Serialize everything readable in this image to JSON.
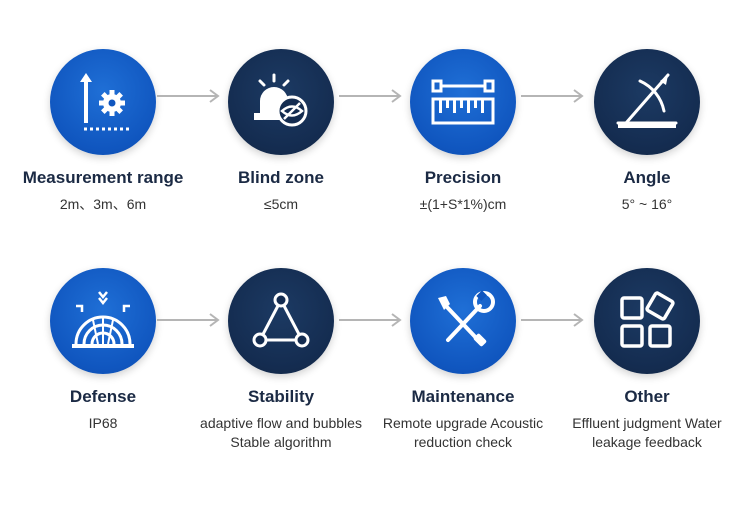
{
  "row1": [
    {
      "title": "Measurement range",
      "desc": "2m、3m、6m",
      "icon": "measurement-range-icon"
    },
    {
      "title": "Blind zone",
      "desc": "≤5cm",
      "icon": "blind-zone-icon"
    },
    {
      "title": "Precision",
      "desc": "±(1+S*1%)cm",
      "icon": "ruler-icon"
    },
    {
      "title": "Angle",
      "desc": "5° ~ 16°",
      "icon": "angle-icon"
    }
  ],
  "row2": [
    {
      "title": "Defense",
      "desc": "IP68",
      "icon": "shield-dome-icon"
    },
    {
      "title": "Stability",
      "desc": "adaptive flow and bubbles Stable algorithm",
      "icon": "triangle-nodes-icon"
    },
    {
      "title": "Maintenance",
      "desc": "Remote upgrade Acoustic reduction check",
      "icon": "wrench-screwdriver-icon"
    },
    {
      "title": "Other",
      "desc": "Effluent judgment Water leakage feedback",
      "icon": "blocks-icon"
    }
  ],
  "colors": {
    "blue": "#1056bf",
    "navy": "#142c50",
    "arrow": "#b5b5b5",
    "title": "#1b2a44"
  }
}
